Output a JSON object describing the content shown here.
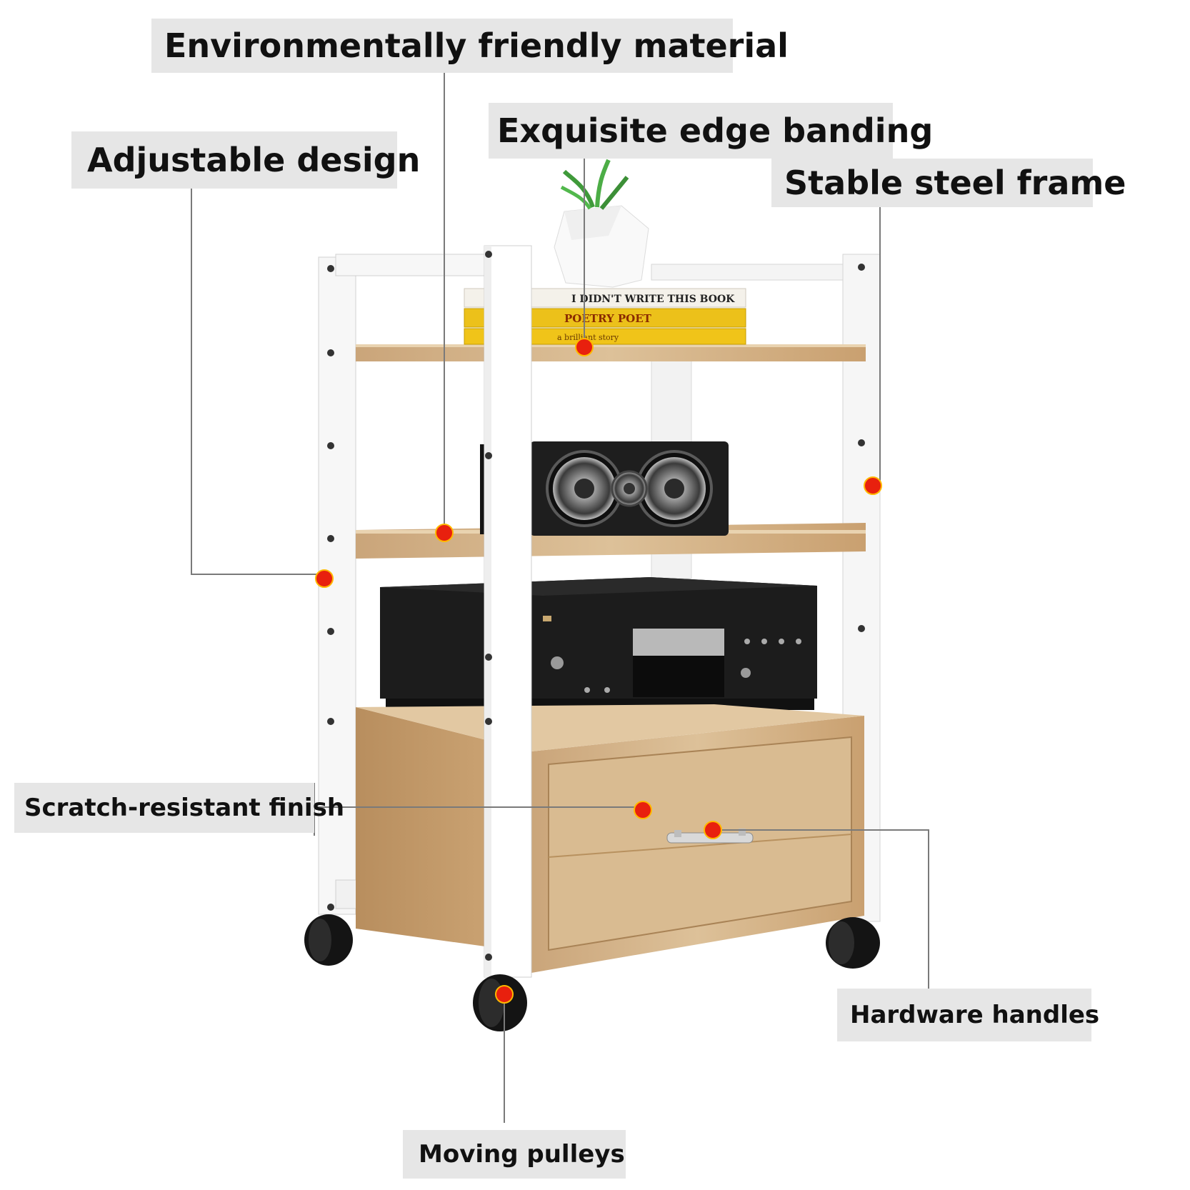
{
  "callouts": {
    "environment": "Environmentally friendly material",
    "edge": "Exquisite edge banding",
    "adjustable": "Adjustable design",
    "steel": "Stable steel frame",
    "scratch": "Scratch-resistant finish",
    "hardware": "Hardware handles",
    "pulleys": "Moving pulleys"
  },
  "colors": {
    "label_bg": "#e6e6e6",
    "frame": "#ffffff",
    "wood": "#d4b48a",
    "equipment": "#1e1e1e",
    "marker": "#e8200e",
    "leader_line": "#7a7a7a"
  },
  "book_spines": [
    "I DIDN'T WRITE THIS BOOK",
    "POETRY POET",
    "a brilliant story"
  ]
}
